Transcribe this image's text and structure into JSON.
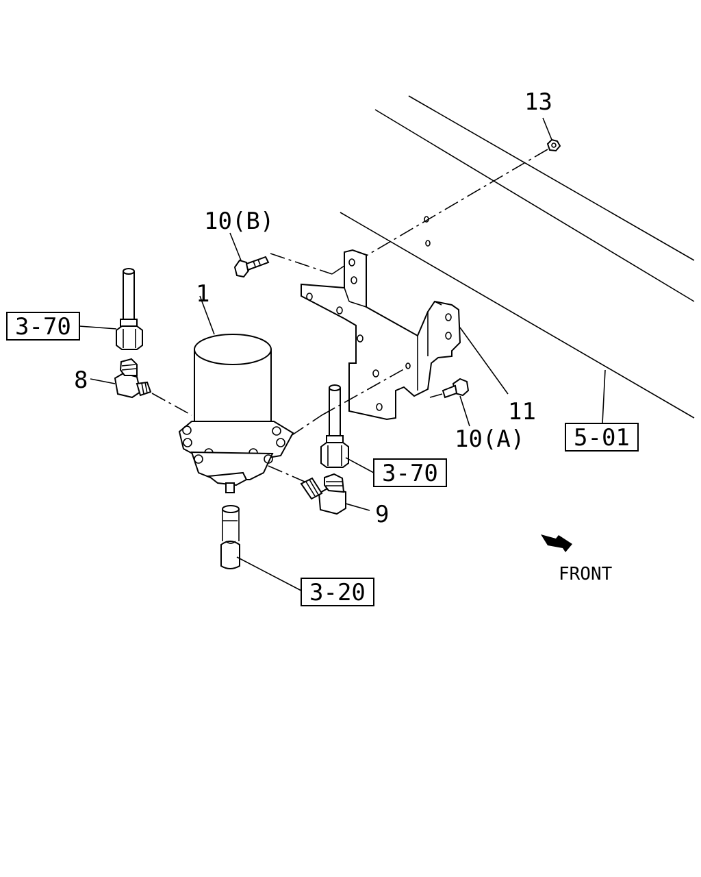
{
  "callouts": {
    "part_13": "13",
    "part_10b": "10(B)",
    "part_1": "1",
    "part_8": "8",
    "part_9": "9",
    "part_11": "11",
    "part_10a": "10(A)"
  },
  "refs": {
    "ref_3_70_left": "3-70",
    "ref_3_70_right": "3-70",
    "ref_3_20": "3-20",
    "ref_5_01": "5-01"
  },
  "direction": {
    "label": "FRONT",
    "icon": "arrow-icon"
  }
}
